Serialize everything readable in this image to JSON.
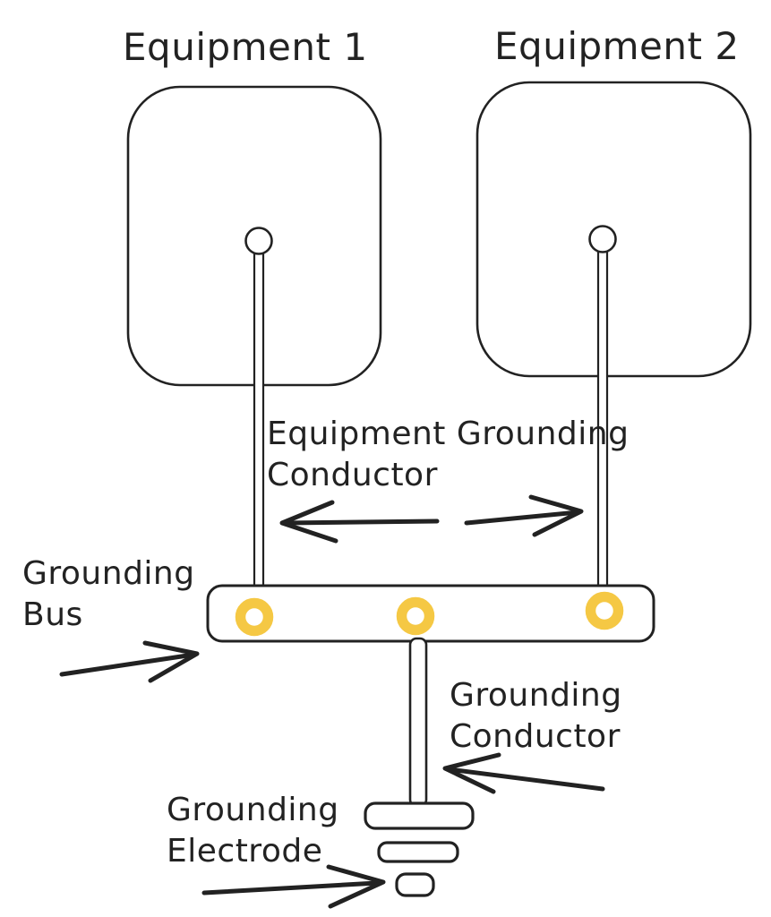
{
  "diagram": {
    "type": "grounding-system-diagram",
    "equipment1": {
      "title": "Equipment 1"
    },
    "equipment2": {
      "title": "Equipment 2"
    },
    "labels": {
      "equipment_grounding_conductor": "Equipment Grounding\nConductor",
      "grounding_bus": "Grounding\nBus",
      "grounding_conductor": "Grounding\nConductor",
      "grounding_electrode": "Grounding\nElectrode"
    },
    "colors": {
      "ink": "#222222",
      "terminal_ring_yellow": "#f5c844",
      "background": "#ffffff"
    }
  }
}
